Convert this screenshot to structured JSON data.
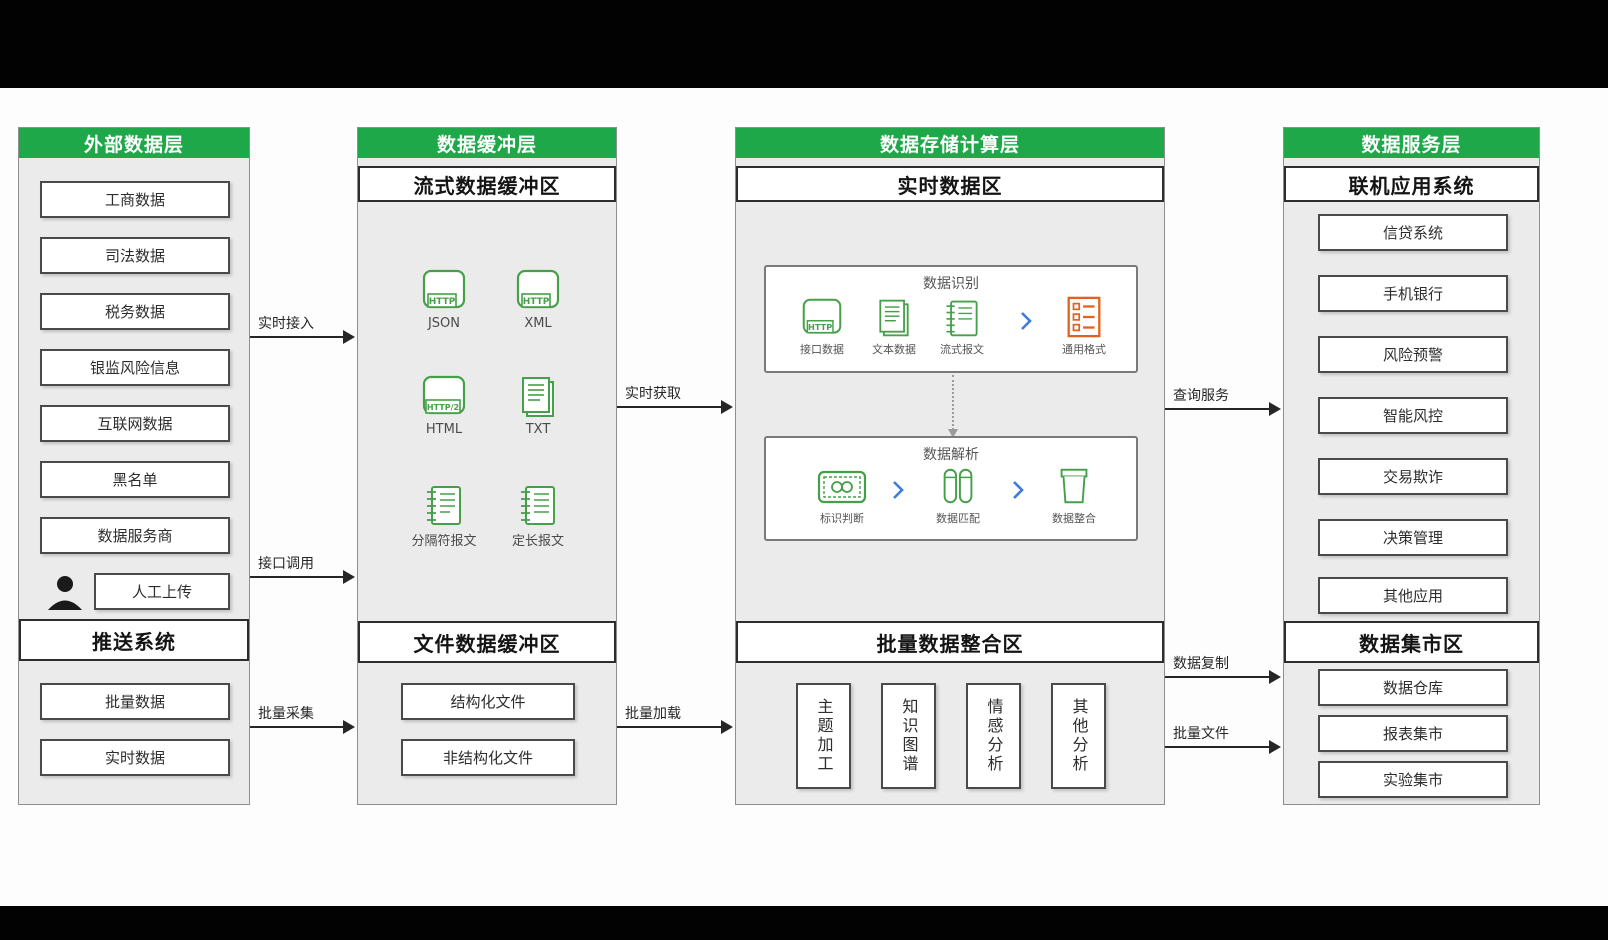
{
  "layers": {
    "external": {
      "header": "外部数据层",
      "items": [
        "工商数据",
        "司法数据",
        "税务数据",
        "银监风险信息",
        "互联网数据",
        "黑名单",
        "数据服务商"
      ],
      "manual_upload": "人工上传",
      "push_title": "推送系统",
      "push_items": [
        "批量数据",
        "实时数据"
      ]
    },
    "buffer": {
      "header": "数据缓冲层",
      "stream_title": "流式数据缓冲区",
      "stream_icons": [
        {
          "label": "JSON",
          "badge": "HTTP"
        },
        {
          "label": "XML",
          "badge": "HTTP"
        },
        {
          "label": "HTML",
          "badge": "HTTP/2"
        },
        {
          "label": "TXT"
        },
        {
          "label": "分隔符报文"
        },
        {
          "label": "定长报文"
        }
      ],
      "file_title": "文件数据缓冲区",
      "file_items": [
        "结构化文件",
        "非结构化文件"
      ]
    },
    "storage": {
      "header": "数据存储计算层",
      "realtime_title": "实时数据区",
      "recognition": {
        "title": "数据识别",
        "items": [
          {
            "label": "接口数据",
            "badge": "HTTP"
          },
          {
            "label": "文本数据"
          },
          {
            "label": "流式报文"
          },
          {
            "label": "通用格式"
          }
        ]
      },
      "parsing": {
        "title": "数据解析",
        "items": [
          "标识判断",
          "数据匹配",
          "数据整合"
        ]
      },
      "batch_title": "批量数据整合区",
      "batch_items": [
        "主题加工",
        "知识图谱",
        "情感分析",
        "其他分析"
      ]
    },
    "service": {
      "header": "数据服务层",
      "online_title": "联机应用系统",
      "online_items": [
        "信贷系统",
        "手机银行",
        "风险预警",
        "智能风控",
        "交易欺诈",
        "决策管理",
        "其他应用"
      ],
      "mart_title": "数据集市区",
      "mart_items": [
        "数据仓库",
        "报表集市",
        "实验集市"
      ]
    }
  },
  "flows": {
    "realtime_access": "实时接入",
    "interface_call": "接口调用",
    "batch_collect": "批量采集",
    "realtime_fetch": "实时获取",
    "batch_load": "批量加载",
    "query_service": "查询服务",
    "data_copy": "数据复制",
    "batch_file": "批量文件"
  },
  "colors": {
    "header_green": "#1FA84A",
    "panel_gray": "#EBEBEB",
    "icon_green": "#45A049",
    "accent_orange": "#E2611C",
    "chevron_blue": "#3E7BDB"
  }
}
